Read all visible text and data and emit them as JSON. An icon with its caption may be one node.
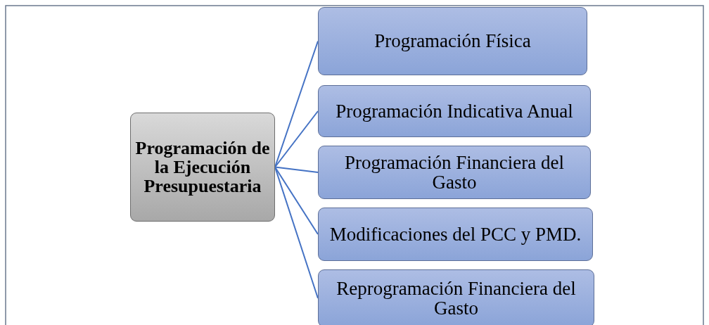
{
  "diagram": {
    "nodes": [
      {
        "text": [
          "Programación de la Ejecución Presupuestaria"
        ]
      },
      {
        "text": [
          "Programación Física"
        ]
      },
      {
        "text": [
          "Programación Indicativa Anual"
        ]
      },
      {
        "text": [
          "Programación Financiera del Gasto"
        ]
      },
      {
        "text": [
          "Modificaciones del PCC y PMD."
        ]
      },
      {
        "text": [
          "Reprogramación Financiera del Gasto"
        ]
      }
    ],
    "edges": [
      {
        "from": 0,
        "to": 1,
        "arrow": "none"
      },
      {
        "from": 0,
        "to": 2,
        "arrow": "none"
      },
      {
        "from": 0,
        "to": 3,
        "arrow": "none"
      },
      {
        "from": 0,
        "to": 4,
        "arrow": "none"
      },
      {
        "from": 0,
        "to": 5,
        "arrow": "none"
      }
    ]
  }
}
